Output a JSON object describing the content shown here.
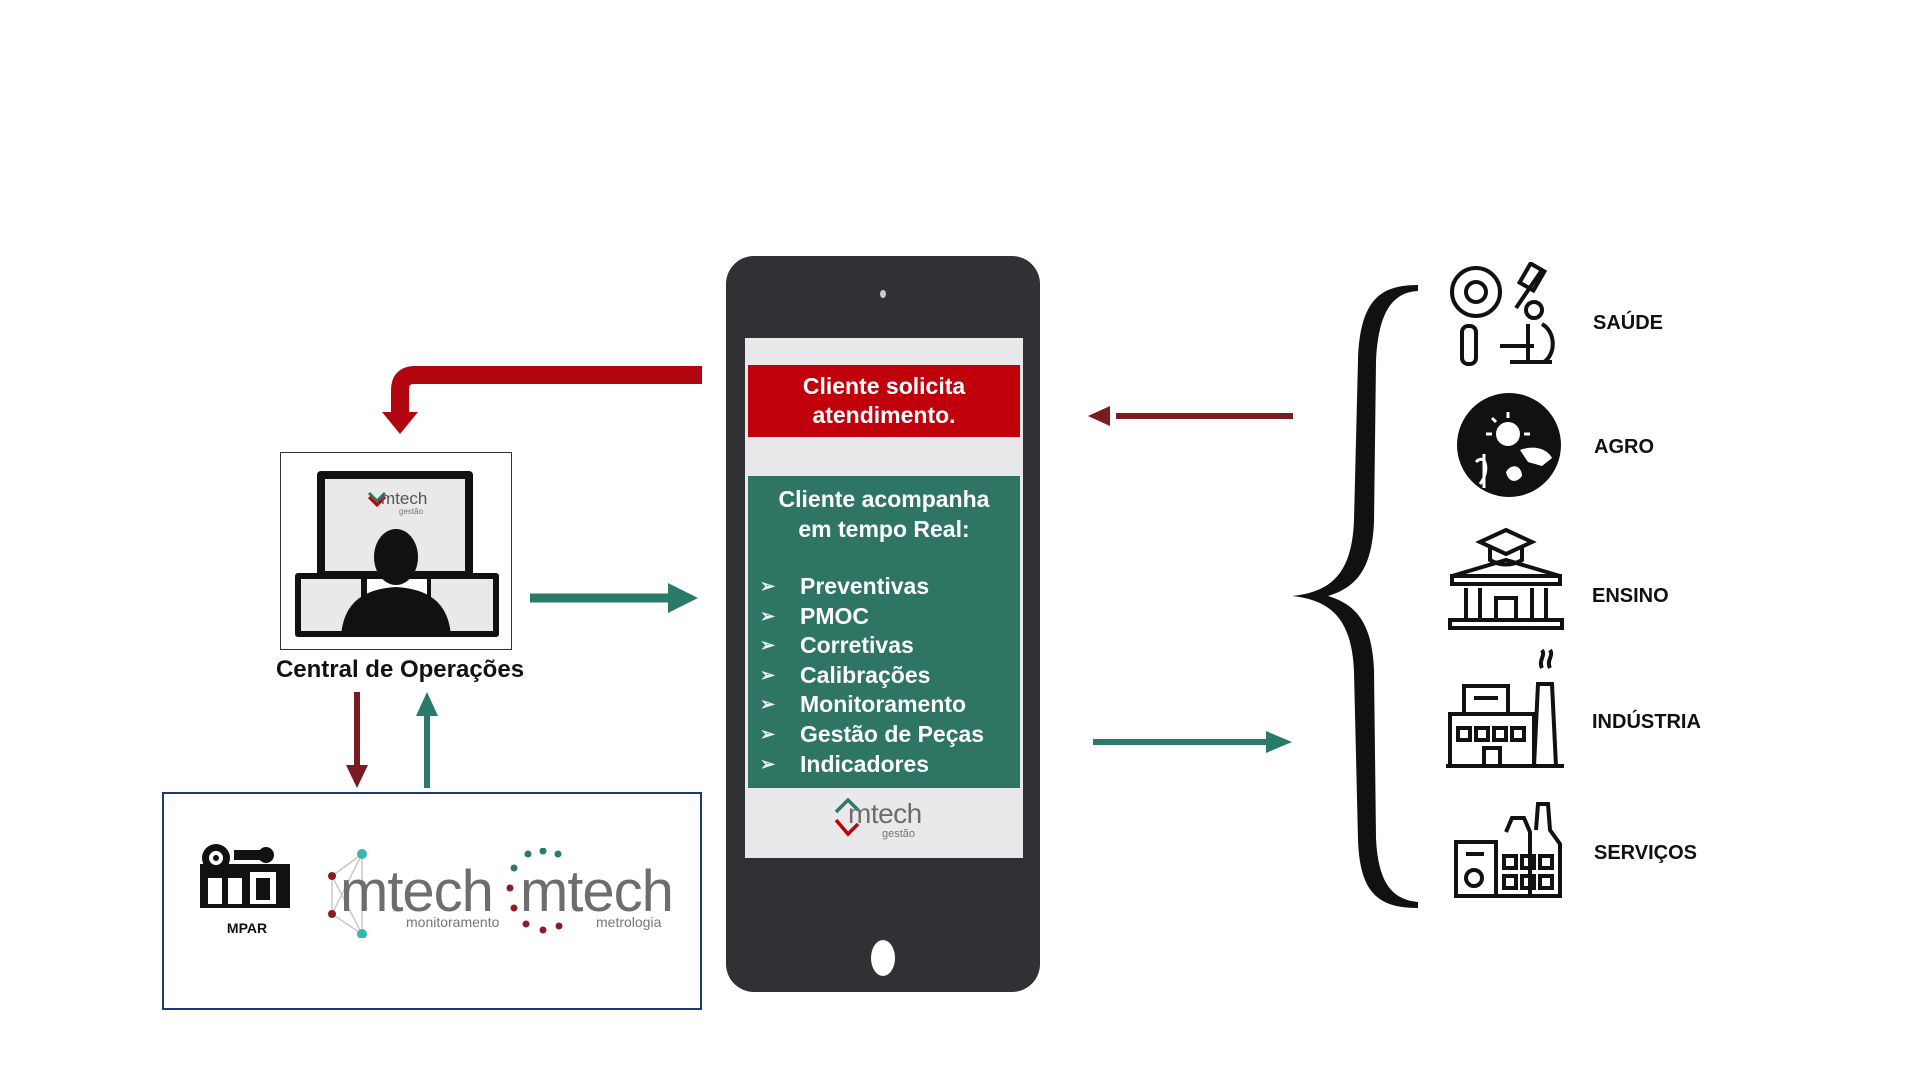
{
  "operations": {
    "label": "Central de Operações",
    "monitor_brand": "mtech",
    "monitor_brand_sub": "gestão"
  },
  "brands": {
    "mpar": "MPAR",
    "monitoramento": {
      "name": "mtech",
      "sub": "monitoramento"
    },
    "metrologia": {
      "name": "mtech",
      "sub": "metrologia"
    }
  },
  "phone": {
    "request_line1": "Cliente solicita",
    "request_line2": "atendimento.",
    "track_line1": "Cliente acompanha",
    "track_line2": "em tempo Real:",
    "items": [
      "Preventivas",
      "PMOC",
      "Corretivas",
      "Calibrações",
      "Monitoramento",
      "Gestão de Peças",
      "Indicadores"
    ],
    "logo": {
      "name": "mtech",
      "sub": "gestão"
    }
  },
  "sectors": [
    {
      "label": "SAÚDE",
      "icon": "health-microscope-icon"
    },
    {
      "label": "AGRO",
      "icon": "agro-sun-wheat-icon"
    },
    {
      "label": "ENSINO",
      "icon": "education-building-icon"
    },
    {
      "label": "INDÚSTRIA",
      "icon": "industry-factory-icon"
    },
    {
      "label": "SERVIÇOS",
      "icon": "services-food-icon"
    }
  ],
  "colors": {
    "red": "#c0000a",
    "dark_red": "#7b1a20",
    "green": "#2e7564",
    "teal": "#2a7a6a",
    "phone": "#2f3135"
  }
}
